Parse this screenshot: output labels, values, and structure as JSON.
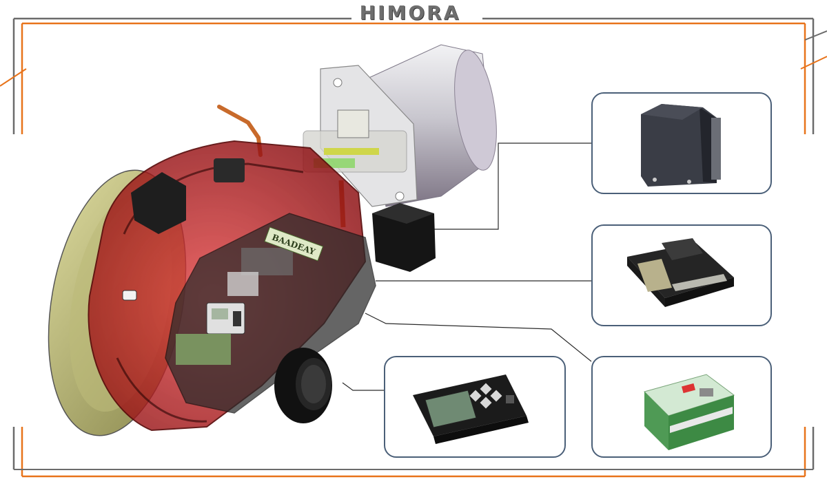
{
  "brand": {
    "logo_text": "HIMORA"
  },
  "burner": {
    "nameplate_text": "BAADEAY"
  },
  "colors": {
    "frame_orange": "#e8731a",
    "frame_gray": "#6b6b6b",
    "callout_border": "#4a5f78",
    "housing_red": "#c8191e",
    "motor_black": "#1e1e1e"
  },
  "callouts": [
    {
      "name": "servo-motor-callout",
      "component": "servo-motor"
    },
    {
      "name": "control-relay-callout",
      "component": "control-relay-module"
    },
    {
      "name": "display-panel-callout",
      "component": "lcd-display-panel"
    },
    {
      "name": "interface-module-callout",
      "component": "interface-module"
    }
  ]
}
